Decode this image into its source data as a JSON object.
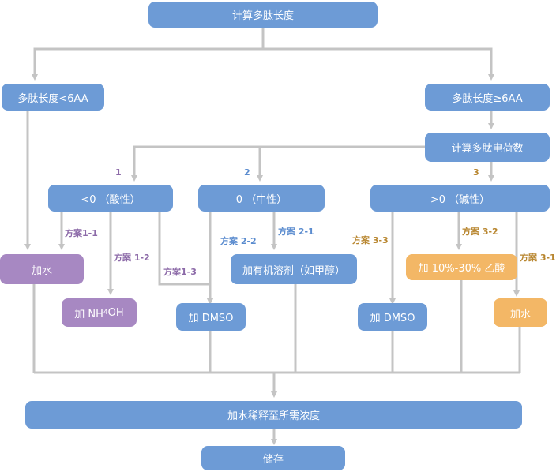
{
  "nodes": {
    "calc_length": "计算多肽长度",
    "short": "多肽长度<6AA",
    "long": "多肽长度≥6AA",
    "calc_charge": "计算多肽电荷数",
    "acidic": "<0 （酸性）",
    "neutral": "0 （中性）",
    "basic": ">0 （碱性）",
    "water1": "加水",
    "nh4oh_prefix": "加 NH",
    "nh4oh_sub": "4",
    "nh4oh_suffix": "OH",
    "dmso1": "加 DMSO",
    "organic": "加有机溶剂（如甲醇）",
    "dmso3": "加 DMSO",
    "ethanol": "加 10%-30% 乙酸",
    "water3": "加水",
    "dilute": "加水稀释至所需浓度",
    "store": "储存"
  },
  "labels": {
    "n1": "1",
    "n2": "2",
    "n3": "3",
    "p11": "方案1-1",
    "p12": "方案 1-2",
    "p13": "方案1-3",
    "p22": "方案 2-2",
    "p21": "方案 2-1",
    "p33": "方案 3-3",
    "p32": "方案 3-2",
    "p31": "方案 3-1"
  },
  "colors": {
    "blue": "#6d9bd6",
    "purple": "#a788c2",
    "orange": "#f3b766",
    "connector": "#c4c4c4"
  }
}
